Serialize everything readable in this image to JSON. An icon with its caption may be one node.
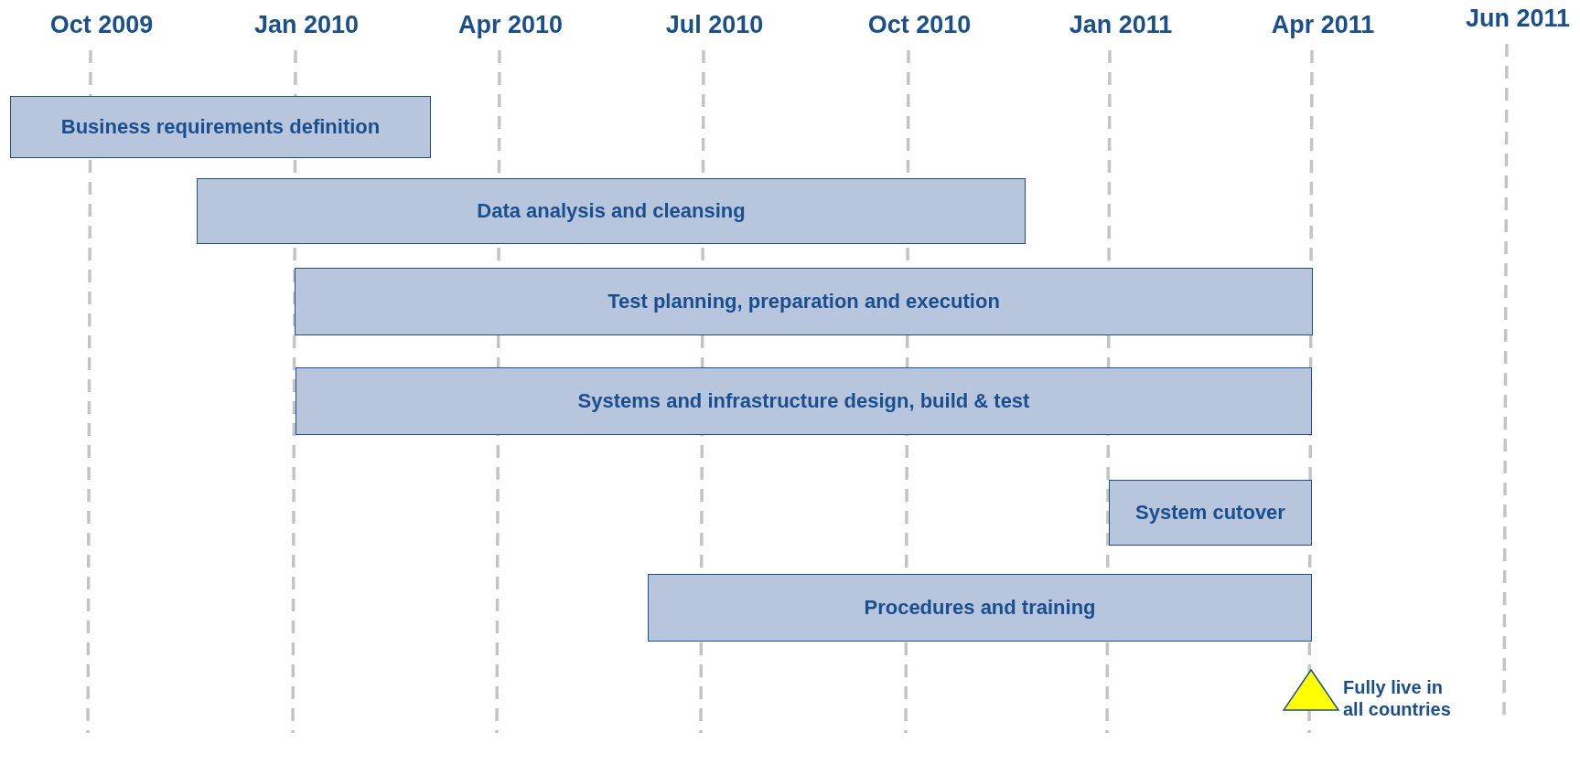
{
  "diagram": {
    "nodes": [
      {
        "text": [
          "Business requirements definition"
        ]
      },
      {
        "text": [
          "Data analysis and cleansing"
        ]
      },
      {
        "text": [
          "Test planning, preparation and execution"
        ]
      },
      {
        "text": [
          "Systems and infrastructure design, build & test"
        ]
      },
      {
        "text": [
          "System cutover"
        ]
      },
      {
        "text": [
          "Procedures and training"
        ]
      },
      {
        "text": [],
        "shape": "triangle",
        "beside": [
          "Fully live in all countries"
        ]
      }
    ],
    "labels": [
      "Oct 2009",
      "Jan 2010",
      "Apr 2010",
      "Jul 2010",
      "Oct 2010",
      "Jan 2011",
      "Apr 2011",
      "Jun 2011"
    ]
  }
}
